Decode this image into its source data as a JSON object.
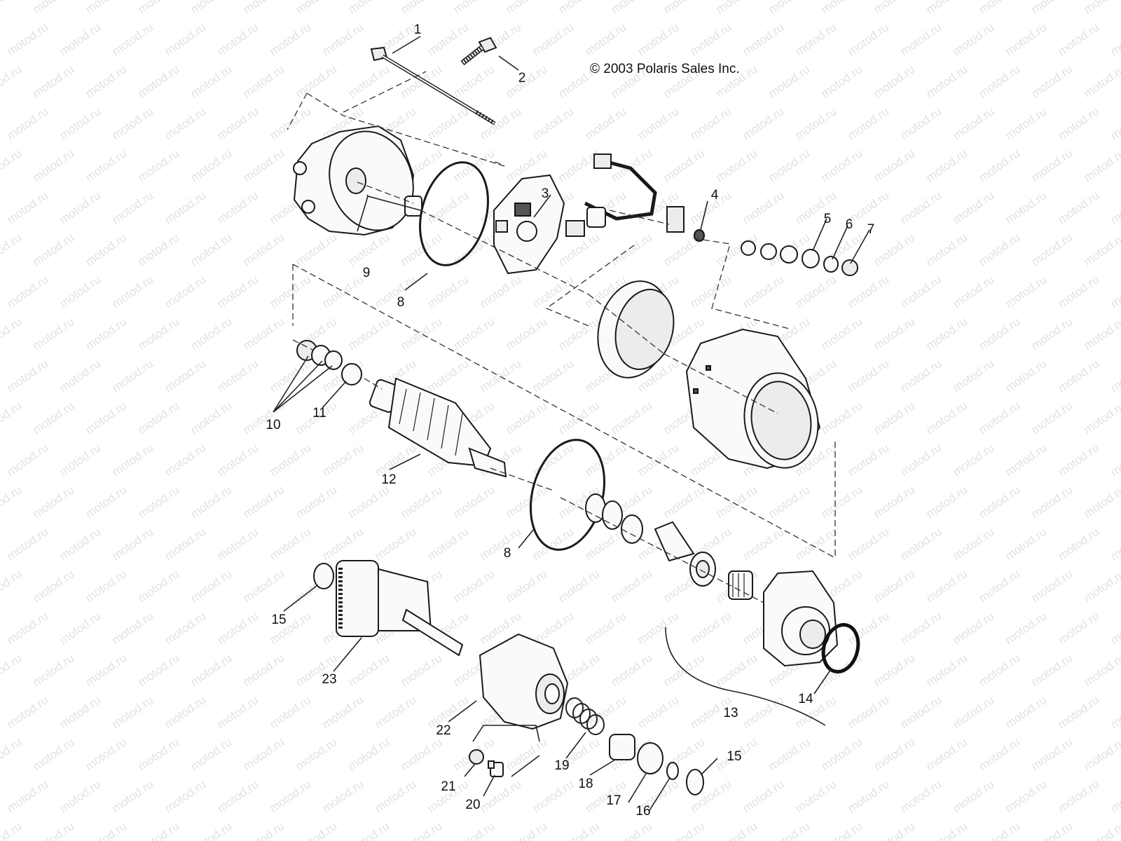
{
  "copyright": "© 2003 Polaris Sales Inc.",
  "watermark": "motod.ru",
  "callouts": [
    {
      "id": "c1",
      "label": "1"
    },
    {
      "id": "c2",
      "label": "2"
    },
    {
      "id": "c3",
      "label": "3"
    },
    {
      "id": "c4",
      "label": "4"
    },
    {
      "id": "c5",
      "label": "5"
    },
    {
      "id": "c6",
      "label": "6"
    },
    {
      "id": "c7",
      "label": "7"
    },
    {
      "id": "c8a",
      "label": "8"
    },
    {
      "id": "c9",
      "label": "9"
    },
    {
      "id": "c10",
      "label": "10"
    },
    {
      "id": "c11",
      "label": "11"
    },
    {
      "id": "c12",
      "label": "12"
    },
    {
      "id": "c8b",
      "label": "8"
    },
    {
      "id": "c15a",
      "label": "15"
    },
    {
      "id": "c23",
      "label": "23"
    },
    {
      "id": "c22",
      "label": "22"
    },
    {
      "id": "c21",
      "label": "21"
    },
    {
      "id": "c20",
      "label": "20"
    },
    {
      "id": "c19",
      "label": "19"
    },
    {
      "id": "c18",
      "label": "18"
    },
    {
      "id": "c17",
      "label": "17"
    },
    {
      "id": "c16",
      "label": "16"
    },
    {
      "id": "c15b",
      "label": "15"
    },
    {
      "id": "c13",
      "label": "13"
    },
    {
      "id": "c14",
      "label": "14"
    }
  ]
}
